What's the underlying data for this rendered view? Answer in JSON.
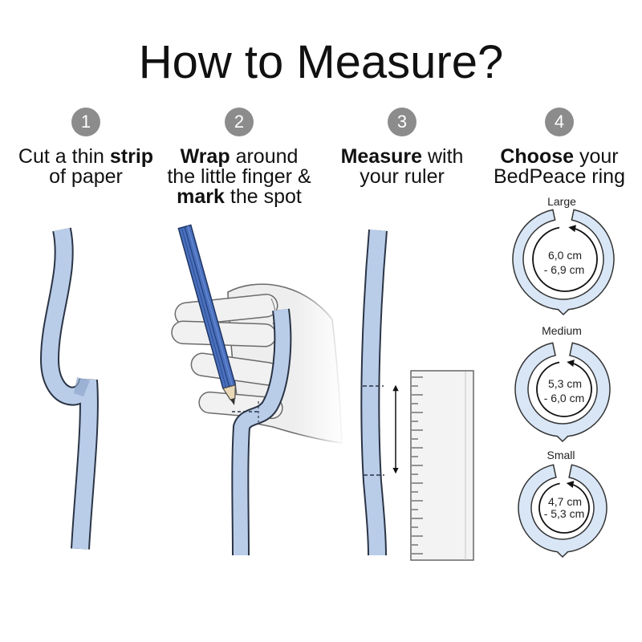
{
  "title": "How to Measure?",
  "steps": [
    {
      "number": "1",
      "lines": [
        [
          "Cut a thin",
          "strip"
        ],
        [
          "of paper"
        ]
      ]
    },
    {
      "number": "2",
      "lines": [
        [
          "Wrap",
          "around"
        ],
        [
          "the little finger &"
        ],
        [
          "mark",
          "the spot"
        ]
      ]
    },
    {
      "number": "3",
      "lines": [
        [
          "Measure",
          "with"
        ],
        [
          "your ruler"
        ]
      ]
    },
    {
      "number": "4",
      "lines": [
        [
          "Choose",
          "your"
        ],
        [
          "BedPeace ring"
        ]
      ]
    }
  ],
  "ring_sizes": [
    {
      "label": "Large",
      "from": "6,0 cm",
      "to": "- 6,9 cm"
    },
    {
      "label": "Medium",
      "from": "5,3 cm",
      "to": "- 6,0 cm"
    },
    {
      "label": "Small",
      "from": "4,7 cm",
      "to": "- 5,3 cm"
    }
  ],
  "colors": {
    "strip": "#b9cde9",
    "strip_outline": "#2b3445",
    "badge": "#8c8c8c",
    "ring_band": "#d8e6f6",
    "pencil": "#4a70bd"
  }
}
